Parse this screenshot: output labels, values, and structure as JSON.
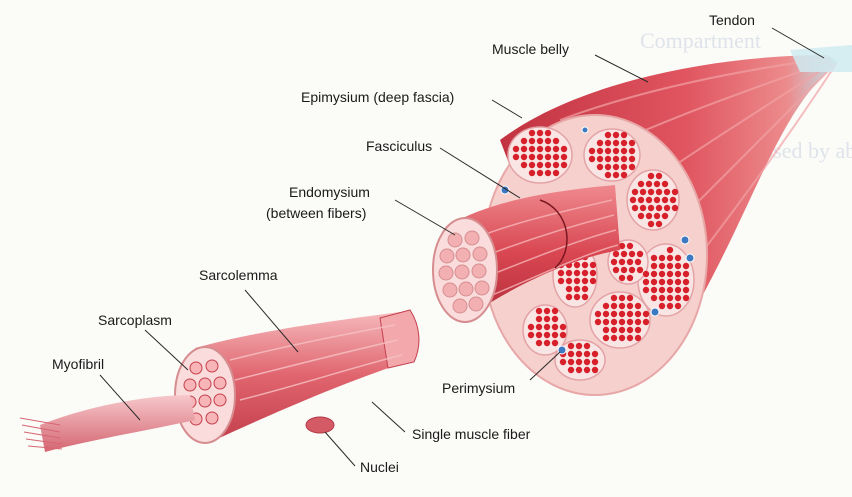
{
  "labels": {
    "tendon": "Tendon",
    "muscle_belly": "Muscle belly",
    "epimysium": "Epimysium (deep fascia)",
    "fasciculus": "Fasciculus",
    "endomysium_line1": "Endomysium",
    "endomysium_line2": "(between fibers)",
    "sarcolemma": "Sarcolemma",
    "sarcoplasm": "Sarcoplasm",
    "myofibril": "Myofibril",
    "perimysium": "Perimysium",
    "single_fiber": "Single muscle fiber",
    "nuclei": "Nuclei"
  },
  "background_ghost_text": {
    "line1": "Compartment",
    "line2": "bundle is enclosed by able to"
  },
  "colors": {
    "muscle": "#d9434f",
    "muscle_dark": "#a9202e",
    "muscle_light": "#f4b3b4",
    "fascia": "#f7cfcc",
    "fiber_dot": "#d7202a",
    "nucleus": "#3d78c2",
    "tendon": "#bfe3ea"
  }
}
